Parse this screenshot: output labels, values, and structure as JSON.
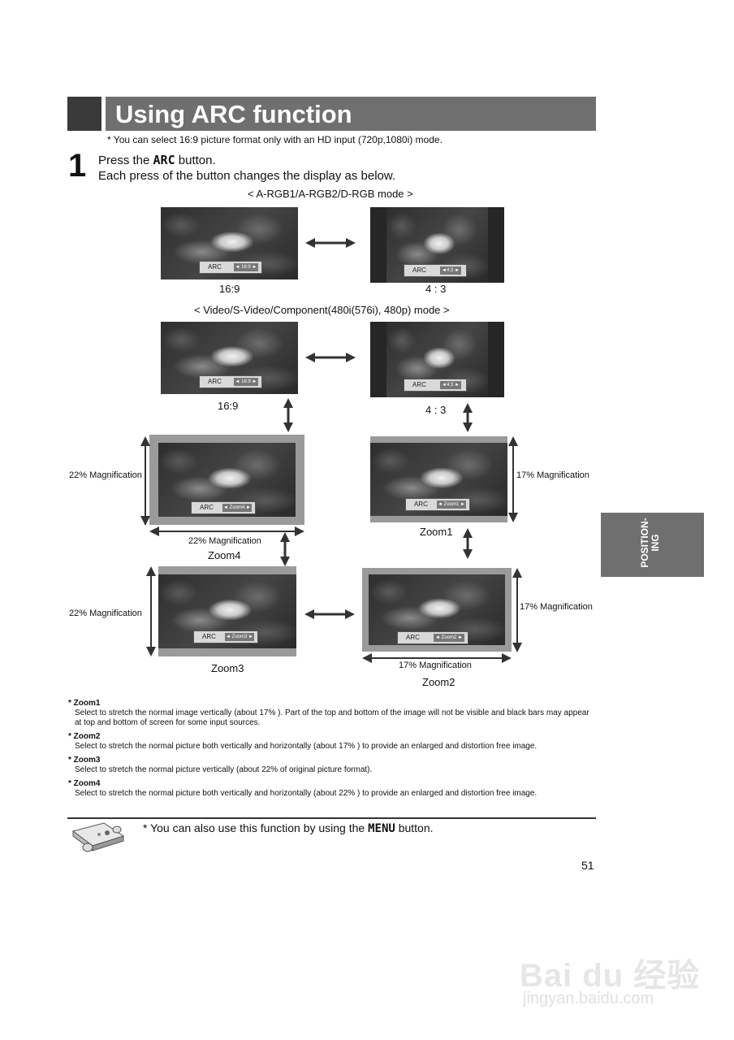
{
  "header": {
    "title": "Using ARC function"
  },
  "top_note": "* You can select 16:9 picture format only with an HD input (720p,1080i) mode.",
  "step": {
    "number": "1",
    "line1_pre": "Press the ",
    "line1_bold": "ARC",
    "line1_post": " button.",
    "line2": "Each press of the button changes the display as below."
  },
  "modes": {
    "rgb": "< A-RGB1/A-RGB2/D-RGB mode >",
    "video": "< Video/S-Video/Component(480i(576i), 480p) mode >"
  },
  "osd": {
    "key": "ARC",
    "v_169": "◄ 16:9 ►",
    "v_43": "◄4:3 ►",
    "v_zoom1": "◄ Zoom1 ►",
    "v_zoom2": "◄ Zoom2 ►",
    "v_zoom3": "◄ Zoom3 ►",
    "v_zoom4": "◄ Zoom4 ►"
  },
  "captions": {
    "c169": "16:9",
    "c43": "4 : 3",
    "zoom1": "Zoom1",
    "zoom2": "Zoom2",
    "zoom3": "Zoom3",
    "zoom4": "Zoom4",
    "mag22": "22% Magnification",
    "mag17": "17% Magnification"
  },
  "zoom_notes": [
    {
      "head": "* Zoom1",
      "text": "Select to stretch the normal image vertically (about 17% ). Part of the top and bottom of the image will not be visible and black bars may appear at top and bottom of screen for some input sources."
    },
    {
      "head": "* Zoom2",
      "text": "Select to stretch the normal picture both vertically and horizontally (about 17% ) to provide an enlarged and distortion free image."
    },
    {
      "head": "* Zoom3",
      "text": "Select to stretch the normal picture vertically (about 22% of original picture format)."
    },
    {
      "head": "* Zoom4",
      "text": "Select to stretch the normal picture both vertically and horizontally (about 22% ) to provide an enlarged and distortion free image."
    }
  ],
  "bottom_note": {
    "pre": "* You can also use this function by using the ",
    "bold": "MENU",
    "post": " button."
  },
  "page_number": "51",
  "side_tab": {
    "line1": "POSITION-",
    "line2": "ING"
  },
  "watermark": {
    "line1": "Bai du 经验",
    "line2": "jingyan.baidu.com"
  }
}
